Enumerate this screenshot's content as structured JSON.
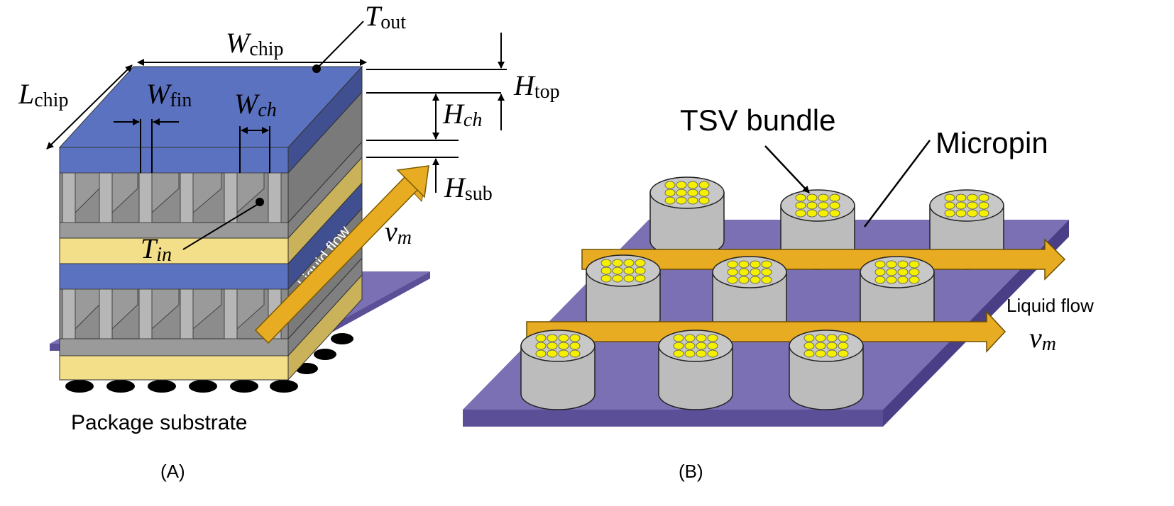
{
  "panel_a": {
    "caption": "(A)",
    "package_label": "Package substrate",
    "flow_label": "Liquid flow",
    "dims": {
      "w_chip": {
        "main": "W",
        "sub": "chip"
      },
      "l_chip": {
        "main": "L",
        "sub": "chip"
      },
      "t_out": {
        "main": "T",
        "sub": "out"
      },
      "w_fin": {
        "main": "W",
        "sub": "fin"
      },
      "w_ch": {
        "main": "W",
        "sub": "ch"
      },
      "h_top": {
        "main": "H",
        "sub": "top"
      },
      "h_ch": {
        "main": "H",
        "sub": "ch"
      },
      "h_sub": {
        "main": "H",
        "sub": "sub"
      },
      "t_in": {
        "main": "T",
        "sub": "in"
      },
      "v_m": {
        "main": "v",
        "sub": "m"
      }
    }
  },
  "panel_b": {
    "caption": "(B)",
    "tsv_label": "TSV bundle",
    "micropin_label": "Micropin",
    "flow_label": "Liquid flow",
    "v_m": {
      "main": "v",
      "sub": "m"
    }
  },
  "colors": {
    "substrate_purple": "#7b70b4",
    "substrate_purple_dark": "#5b4f98",
    "chip_blue": "#5b72c0",
    "chip_blue_side": "#3f4f90",
    "layer_yellow": "#f3df8a",
    "layer_yellow_side": "#c9b25a",
    "fin_gray": "#a6a6a6",
    "flow_orange": "#e8ac22",
    "tsv_yellow": "#f5f000",
    "pin_gray": "#bcbcbc"
  }
}
